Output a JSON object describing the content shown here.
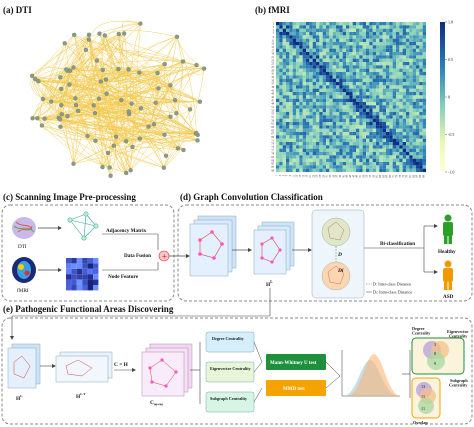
{
  "panels": {
    "a": "(a) DTI",
    "b": "(b) fMRI",
    "c": "(c) Scanning Image Pre-processing",
    "d": "(d) Graph Convolution Classification",
    "e": "(e) Pathogenic Functional Areas Discovering"
  },
  "colorbar": {
    "ticks": [
      "1.0",
      "0.5",
      "0",
      "-0.5",
      "-1.0"
    ]
  },
  "heatmap_labels": {
    "y_ticks": [
      "1",
      "2",
      "3",
      "4",
      "5",
      "6",
      "7",
      "8",
      "9",
      "10",
      "11",
      "12",
      "13",
      "14",
      "15",
      "16",
      "17",
      "18",
      "19",
      "20",
      "21",
      "22",
      "23",
      "24",
      "25",
      "26",
      "27",
      "28",
      "29",
      "30",
      "31",
      "32",
      "33",
      "34",
      "35",
      "36",
      "37",
      "38",
      "39",
      "40",
      "41",
      "42",
      "43",
      "44",
      "45",
      "46",
      "47",
      "48",
      "49",
      "50",
      "51",
      "52",
      "53",
      "54",
      "55",
      "56",
      "57",
      "58",
      "59",
      "60",
      "61",
      "62",
      "63",
      "64",
      "65",
      "66",
      "67",
      "68",
      "69",
      "70",
      "71",
      "72",
      "73",
      "74",
      "75",
      "76",
      "77",
      "78",
      "79",
      "80",
      "81",
      "82",
      "83",
      "84",
      "85",
      "86",
      "87",
      "88",
      "89",
      "90"
    ],
    "x_ticks": [
      "1",
      "3",
      "5",
      "7",
      "9",
      "11",
      "13",
      "15",
      "17",
      "19",
      "21",
      "23",
      "25",
      "27",
      "29",
      "31",
      "33",
      "35",
      "37",
      "39",
      "41",
      "43",
      "45",
      "47",
      "49",
      "51",
      "53",
      "55",
      "57",
      "59",
      "61",
      "63",
      "65",
      "67",
      "69",
      "71",
      "73",
      "75",
      "77",
      "79",
      "81",
      "83",
      "85",
      "87",
      "89"
    ]
  },
  "section_c": {
    "dti": "DTI",
    "fmri": "fMRI",
    "adjacency": "Adjacency Matrix",
    "node_feature": "Node Feature",
    "data_fusion": "Data Fusion"
  },
  "section_d": {
    "h_label": "H",
    "h_sup": "L",
    "d_label": "D",
    "di_label": "Di",
    "bi_class": "Bi-classification",
    "healthy": "Healthy",
    "asd": "ASD",
    "legend_inter": "D",
    "legend_inter_sub": "i",
    "legend_inter_text": ": Inter-class Distance",
    "legend_intra": "D",
    "legend_intra_sub": "i",
    "legend_intra_text": ": Intra-class Distance"
  },
  "section_e": {
    "h_l": "H",
    "h_l_sup": "L",
    "h_l_t": "H",
    "h_l_t_sup": "L T",
    "c_formula": "C = H",
    "c_matrix": "C",
    "c_sub": "90×90",
    "degree": "Degree Centrality",
    "eigen": "Eigenvector Centrality",
    "subgraph": "Subgraph Centrality",
    "mann": "Mann-Whitney U test",
    "mmd": "MMD test",
    "degree_top": "Degree Centrality",
    "eigen_top": "Eigenvector Centrality",
    "subgraph_top": "Subgraph Centrality",
    "overlap": "Overlap",
    "venn_top": [
      "3",
      "8",
      "9"
    ],
    "venn_bottom": [
      "13",
      "11",
      "11"
    ]
  },
  "colors": {
    "dti_edge": "#f2c94c",
    "dti_node": "#8a9a8a",
    "heat_low": "#ffffe0",
    "heat_mid": "#7fcdbb",
    "heat_high": "#0c2c84",
    "green_box": "#1e8f3a",
    "orange_box": "#f5a300",
    "healthy": "#2aa02a",
    "asd": "#f09a00"
  }
}
